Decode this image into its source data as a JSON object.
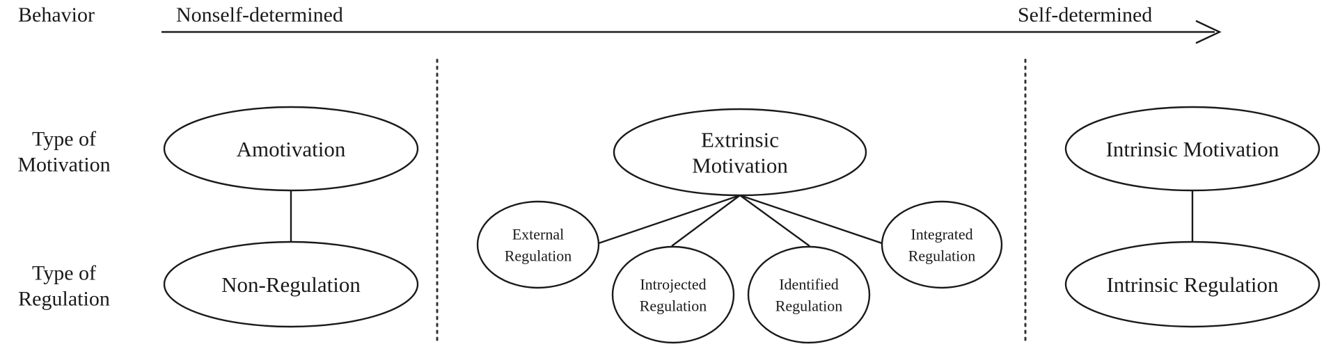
{
  "axis": {
    "row_label": "Behavior",
    "left_end": "Nonself-determined",
    "right_end": "Self-determined"
  },
  "row_labels": {
    "motivation": [
      "Type of",
      "Motivation"
    ],
    "regulation": [
      "Type of",
      "Regulation"
    ]
  },
  "nodes": {
    "amotivation": [
      "Amotivation"
    ],
    "non_regulation": [
      "Non-Regulation"
    ],
    "extrinsic_motivation": [
      "Extrinsic",
      "Motivation"
    ],
    "external_regulation": [
      "External",
      "Regulation"
    ],
    "introjected_regulation": [
      "Introjected",
      "Regulation"
    ],
    "identified_regulation": [
      "Identified",
      "Regulation"
    ],
    "integrated_regulation": [
      "Integrated",
      "Regulation"
    ],
    "intrinsic_motivation": [
      "Intrinsic Motivation"
    ],
    "intrinsic_regulation": [
      "Intrinsic Regulation"
    ]
  }
}
